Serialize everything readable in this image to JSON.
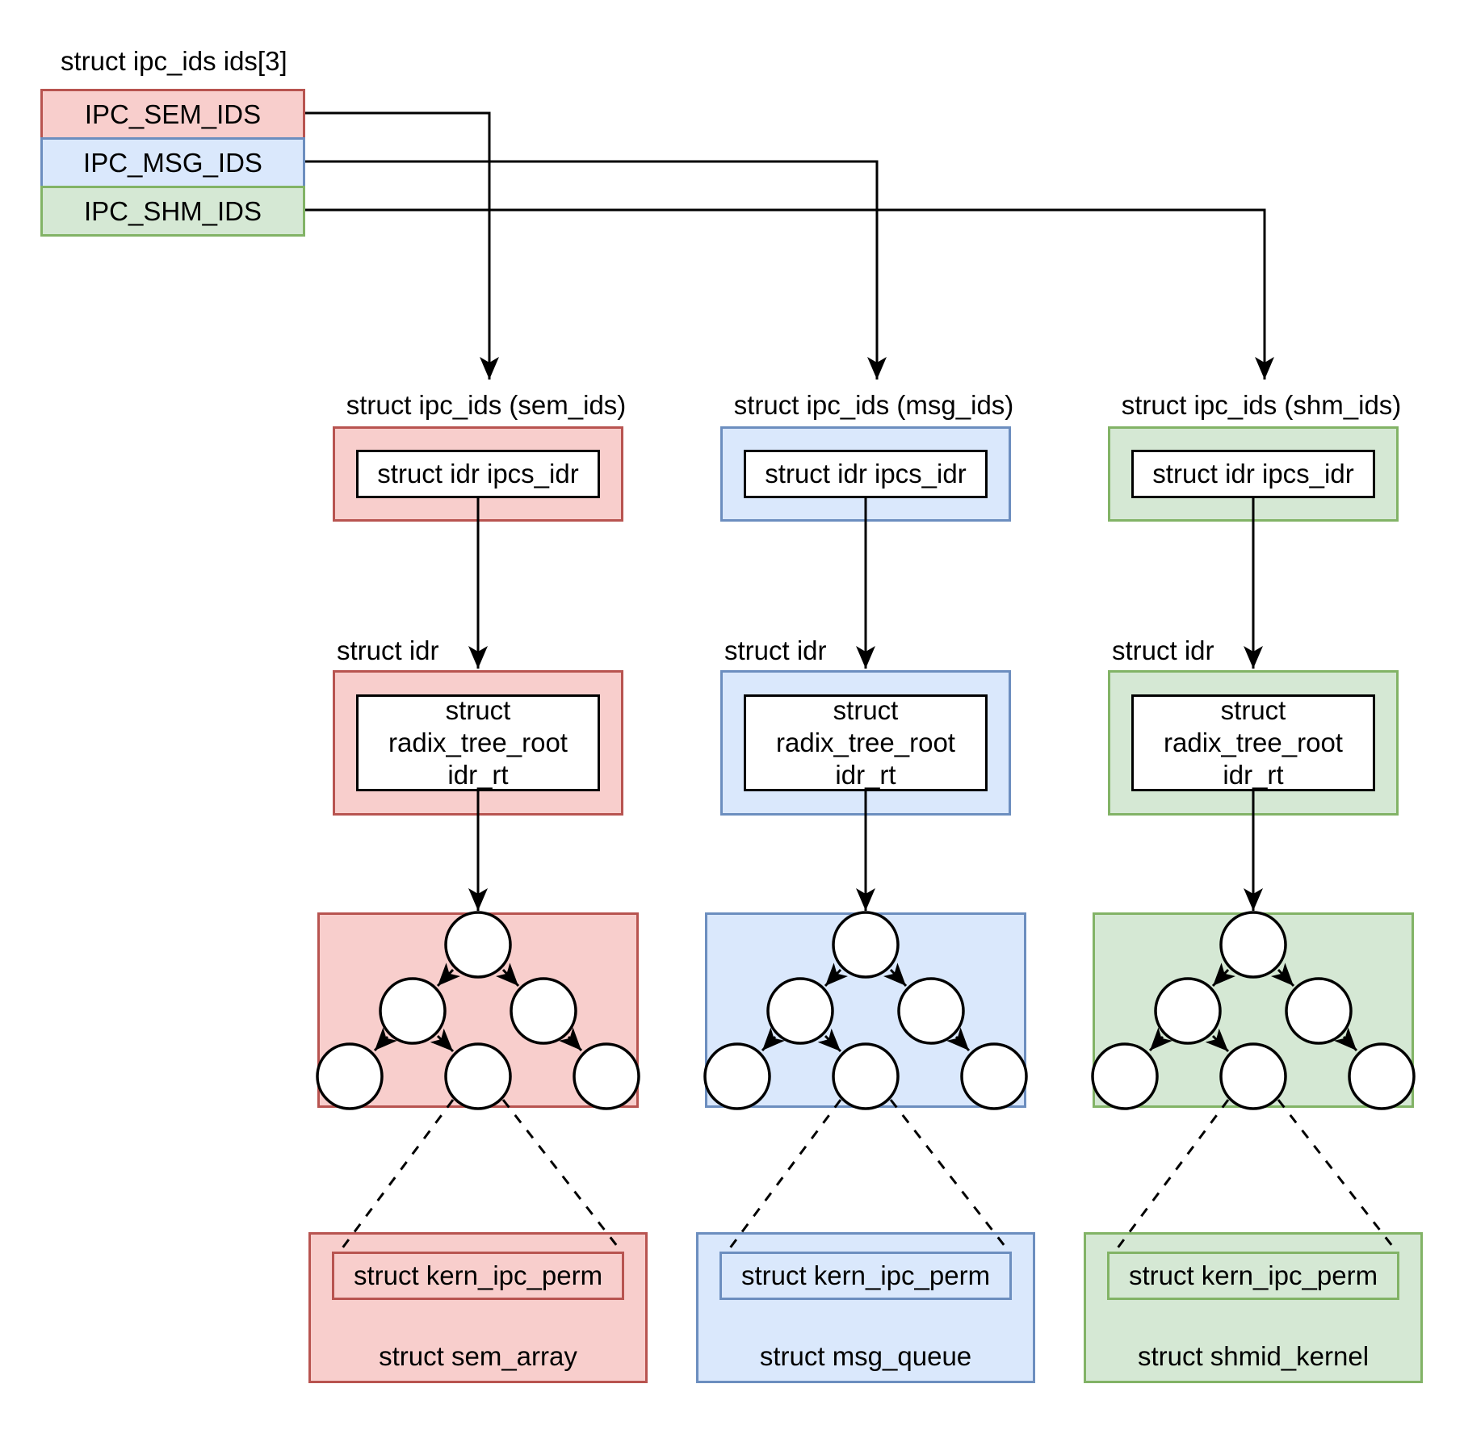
{
  "ids_array": {
    "label": "struct ipc_ids ids[3]",
    "items": [
      {
        "id": "sem",
        "label": "IPC_SEM_IDS",
        "color": "red"
      },
      {
        "id": "msg",
        "label": "IPC_MSG_IDS",
        "color": "blue"
      },
      {
        "id": "shm",
        "label": "IPC_SHM_IDS",
        "color": "green"
      }
    ]
  },
  "columns": [
    {
      "id": "sem",
      "color": "red",
      "ipc_ids_label": "struct ipc_ids (sem_ids)",
      "ipcs_idr_label": "struct idr ipcs_idr",
      "idr_label": "struct idr",
      "radix_tree_label": "struct\nradix_tree_root\nidr_rt",
      "kern_ipc_perm_label": "struct kern_ipc_perm",
      "struct_label": "struct sem_array"
    },
    {
      "id": "msg",
      "color": "blue",
      "ipc_ids_label": "struct ipc_ids (msg_ids)",
      "ipcs_idr_label": "struct idr ipcs_idr",
      "idr_label": "struct idr",
      "radix_tree_label": "struct\nradix_tree_root\nidr_rt",
      "kern_ipc_perm_label": "struct kern_ipc_perm",
      "struct_label": "struct msg_queue"
    },
    {
      "id": "shm",
      "color": "green",
      "ipc_ids_label": "struct ipc_ids (shm_ids)",
      "ipcs_idr_label": "struct idr ipcs_idr",
      "idr_label": "struct idr",
      "radix_tree_label": "struct\nradix_tree_root\nidr_rt",
      "kern_ipc_perm_label": "struct kern_ipc_perm",
      "struct_label": "struct shmid_kernel"
    }
  ],
  "colors": {
    "red_fill": "#f8cecc",
    "red_stroke": "#b85450",
    "blue_fill": "#dae8fc",
    "blue_stroke": "#6c8ebf",
    "green_fill": "#d5e8d4",
    "green_stroke": "#82b366",
    "line": "#000000",
    "text": "#000000",
    "node_fill": "#ffffff",
    "background": "#ffffff"
  }
}
